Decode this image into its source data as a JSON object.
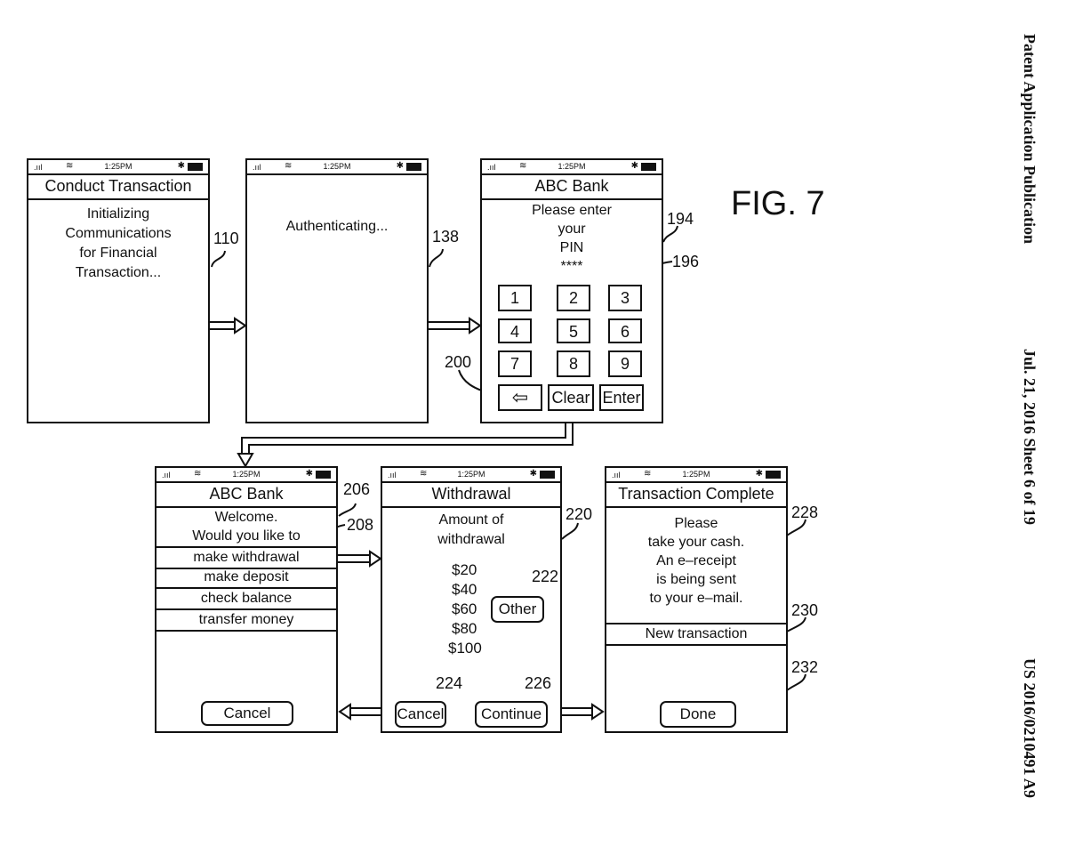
{
  "header": {
    "publication": "Patent Application Publication",
    "date_sheet": "Jul. 21, 2016   Sheet 6 of 19",
    "number": "US 2016/0210491 A9"
  },
  "figure_label": "FIG. 7",
  "status_bar": {
    "time": "1:25PM",
    "signal": ".ııl",
    "wifi": "≋",
    "bluetooth": "✱"
  },
  "screens": {
    "s110": {
      "title": "Conduct Transaction",
      "body": "Initializing\nCommunications\nfor Financial\nTransaction...",
      "ref": "110"
    },
    "s138": {
      "body": "Authenticating...",
      "ref": "138"
    },
    "s194": {
      "title": "ABC Bank",
      "prompt": "Please enter\nyour\nPIN\n****",
      "ref": "194",
      "ref_keypad": "196",
      "ref_back": "200",
      "keys": [
        "1",
        "2",
        "3",
        "4",
        "5",
        "6",
        "7",
        "8",
        "9"
      ],
      "back_key": "⇦",
      "clear": "Clear",
      "enter": "Enter"
    },
    "s206": {
      "title": "ABC Bank",
      "welcome": "Welcome.\nWould you like to",
      "options": [
        "make withdrawal",
        "make deposit",
        "check balance",
        "transfer money"
      ],
      "cancel": "Cancel",
      "ref": "206",
      "ref_options": "208"
    },
    "s220": {
      "title": "Withdrawal",
      "prompt": "Amount of\nwithdrawal",
      "amounts": [
        "$20",
        "$40",
        "$60",
        "$80",
        "$100"
      ],
      "other": "Other",
      "cancel": "Cancel",
      "continue": "Continue",
      "ref": "220",
      "ref_other": "222",
      "ref_cancel": "224",
      "ref_continue": "226"
    },
    "s228": {
      "title": "Transaction Complete",
      "message": "Please\ntake your cash.\nAn e–receipt\nis being sent\nto your e–mail.",
      "new_transaction": "New  transaction",
      "done": "Done",
      "ref": "228",
      "ref_new": "230",
      "ref_done": "232"
    }
  }
}
